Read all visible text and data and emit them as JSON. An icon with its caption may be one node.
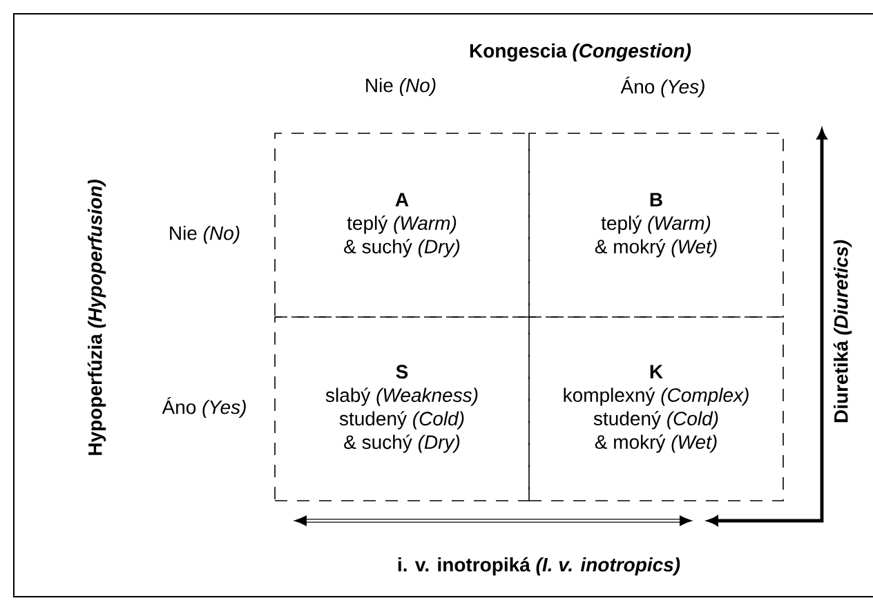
{
  "diagram": {
    "nodes": [
      {
        "text": [
          "A",
          "teplý *(Warm)*",
          "& suchý *(Dry)*"
        ]
      },
      {
        "text": [
          "B",
          "teplý *(Warm)*",
          "& mokrý *(Wet)*"
        ]
      },
      {
        "text": [
          "S",
          "slabý *(Weakness)*",
          "studený *(Cold)*",
          "& suchý *(Dry)*"
        ]
      },
      {
        "text": [
          "K",
          "komplexný *(Complex)*",
          "studený *(Cold)*",
          "& mokrý *(Wet)*"
        ]
      }
    ],
    "labels": [
      "Kongescia *(Congestion)*",
      "Nie *(No)*",
      "Áno *(Yes)*",
      "Hypoperfúzia *(Hypoperfusion)*",
      "Nie *(No)*",
      "Áno *(Yes)*",
      "Diuretiká *(Diuretics)*",
      "i. v. inotropiká *(I. v. inotropics)*"
    ]
  }
}
